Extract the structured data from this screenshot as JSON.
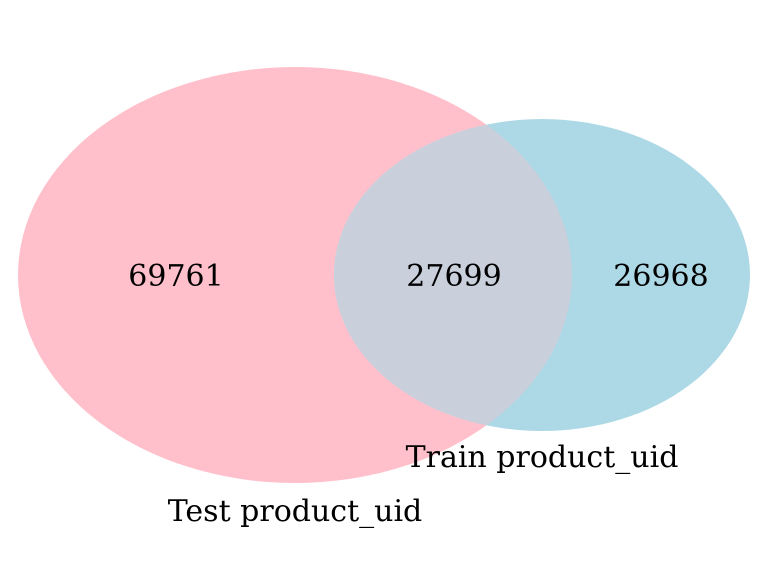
{
  "venn": {
    "sets": [
      {
        "label": "Test product_uid",
        "only_count": "69761",
        "color": "#ffc0cb"
      },
      {
        "label": "Train product_uid",
        "only_count": "26968",
        "color": "#add8e6"
      }
    ],
    "intersection_count": "27699",
    "overlap_color": "#c9d0dc"
  }
}
